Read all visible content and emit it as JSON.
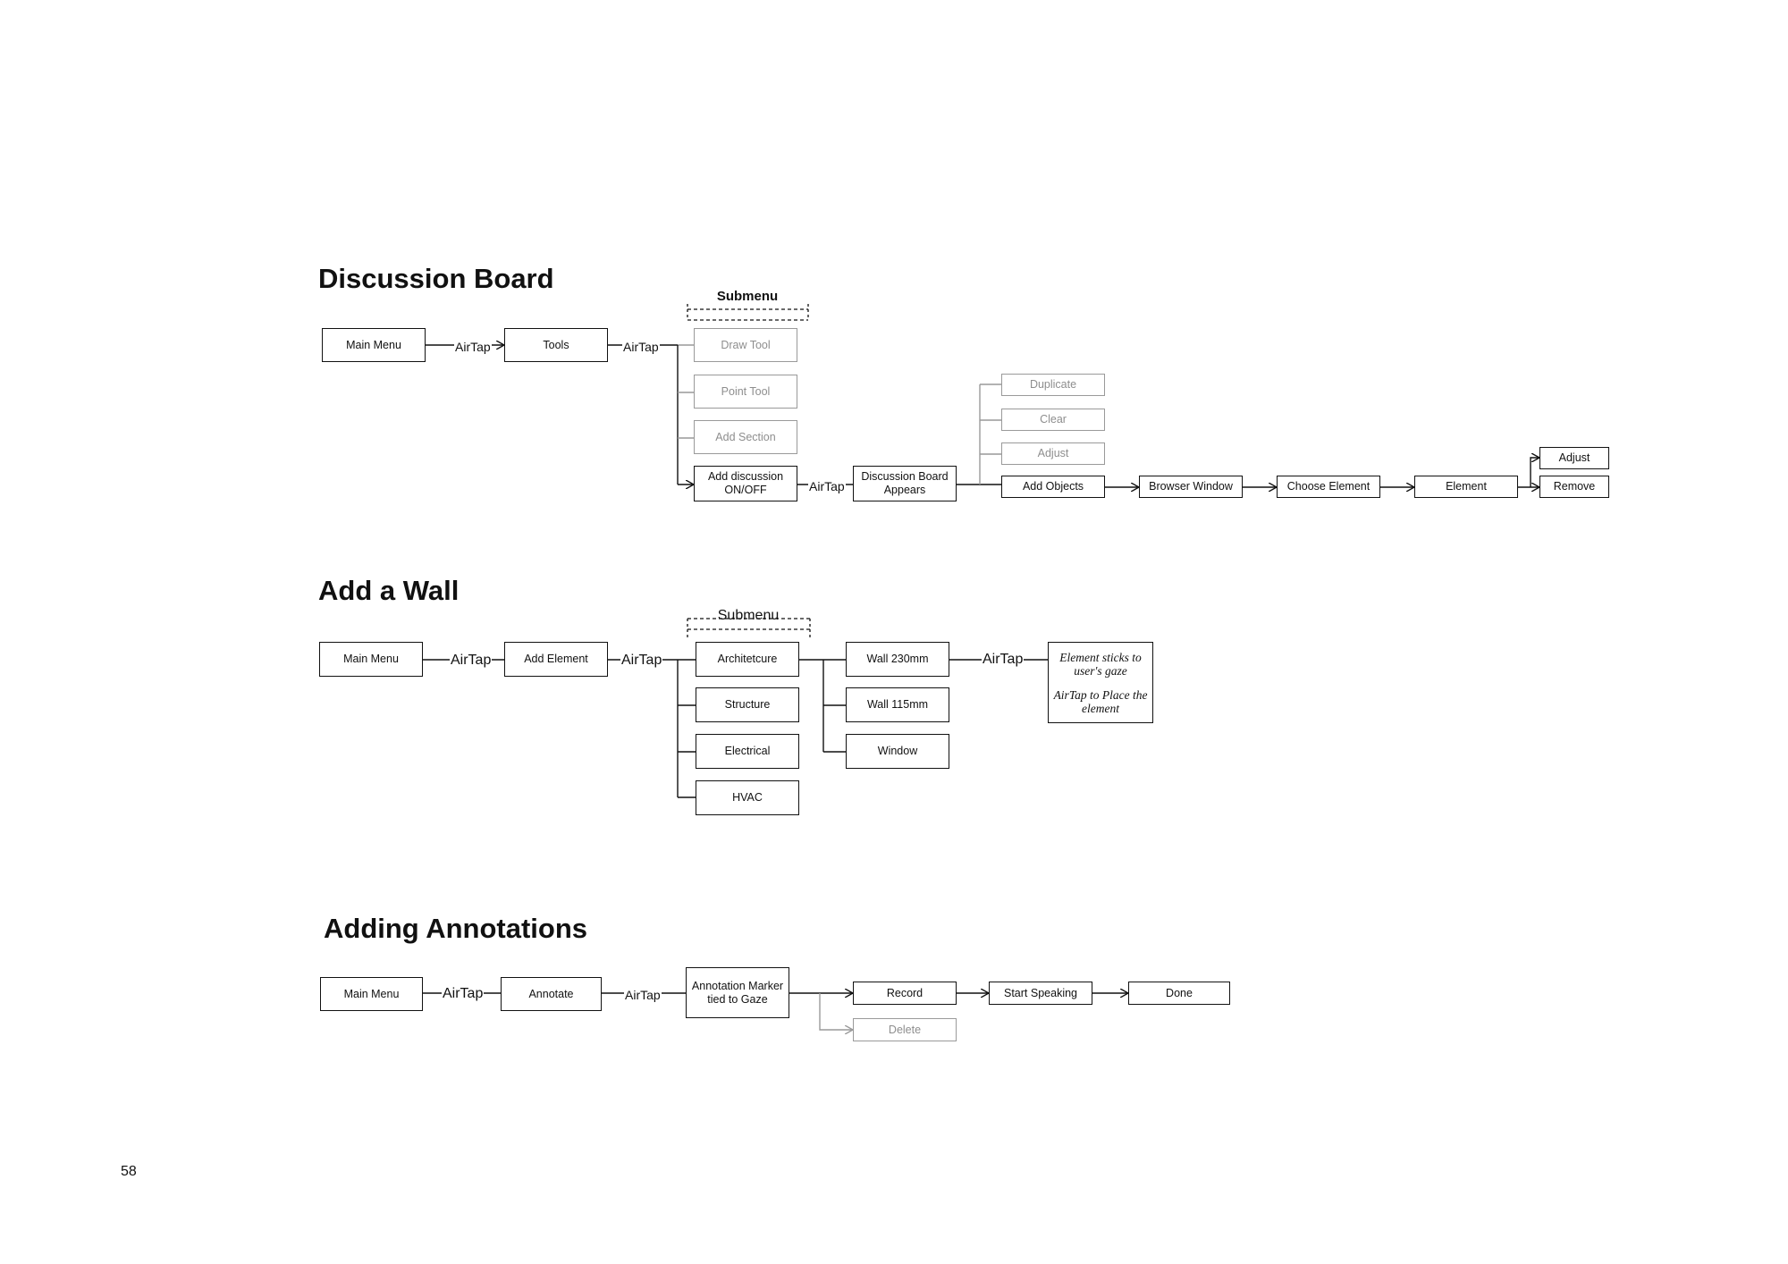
{
  "page_number": "58",
  "sections": {
    "discussion": {
      "title": "Discussion Board",
      "submenu_label": "Submenu",
      "labels": {
        "airtap_1": "AirTap",
        "airtap_2": "AirTap",
        "airtap_3": "AirTap"
      },
      "nodes": {
        "main_menu": "Main Menu",
        "tools": "Tools",
        "draw_tool": "Draw Tool",
        "point_tool": "Point Tool",
        "add_section": "Add Section",
        "add_discussion": "Add discussion\nON/OFF",
        "discussion_board_appears": "Discussion Board\nAppears",
        "duplicate": "Duplicate",
        "clear": "Clear",
        "adjust_grey": "Adjust",
        "add_objects": "Add Objects",
        "browser_window": "Browser Window",
        "choose_element": "Choose Element",
        "element": "Element",
        "adjust": "Adjust",
        "remove": "Remove"
      }
    },
    "wall": {
      "title": "Add a Wall",
      "submenu_label": "Submenu",
      "labels": {
        "airtap_1": "AirTap",
        "airtap_2": "AirTap",
        "airtap_3": "AirTap"
      },
      "nodes": {
        "main_menu": "Main Menu",
        "add_element": "Add Element",
        "architecture": "Architetcure",
        "structure": "Structure",
        "electrical": "Electrical",
        "hvac": "HVAC",
        "wall_230": "Wall 230mm",
        "wall_115": "Wall 115mm",
        "window": "Window",
        "note_line1": "Element sticks to\nuser's gaze",
        "note_line2": "AirTap to Place the\nelement"
      }
    },
    "annotations": {
      "title": "Adding Annotations",
      "labels": {
        "airtap_1": "AirTap",
        "airtap_2": "AirTap"
      },
      "nodes": {
        "main_menu": "Main Menu",
        "annotate": "Annotate",
        "annotation_marker": "Annotation Marker\ntied to Gaze",
        "record": "Record",
        "delete": "Delete",
        "start_speaking": "Start Speaking",
        "done": "Done"
      }
    }
  }
}
